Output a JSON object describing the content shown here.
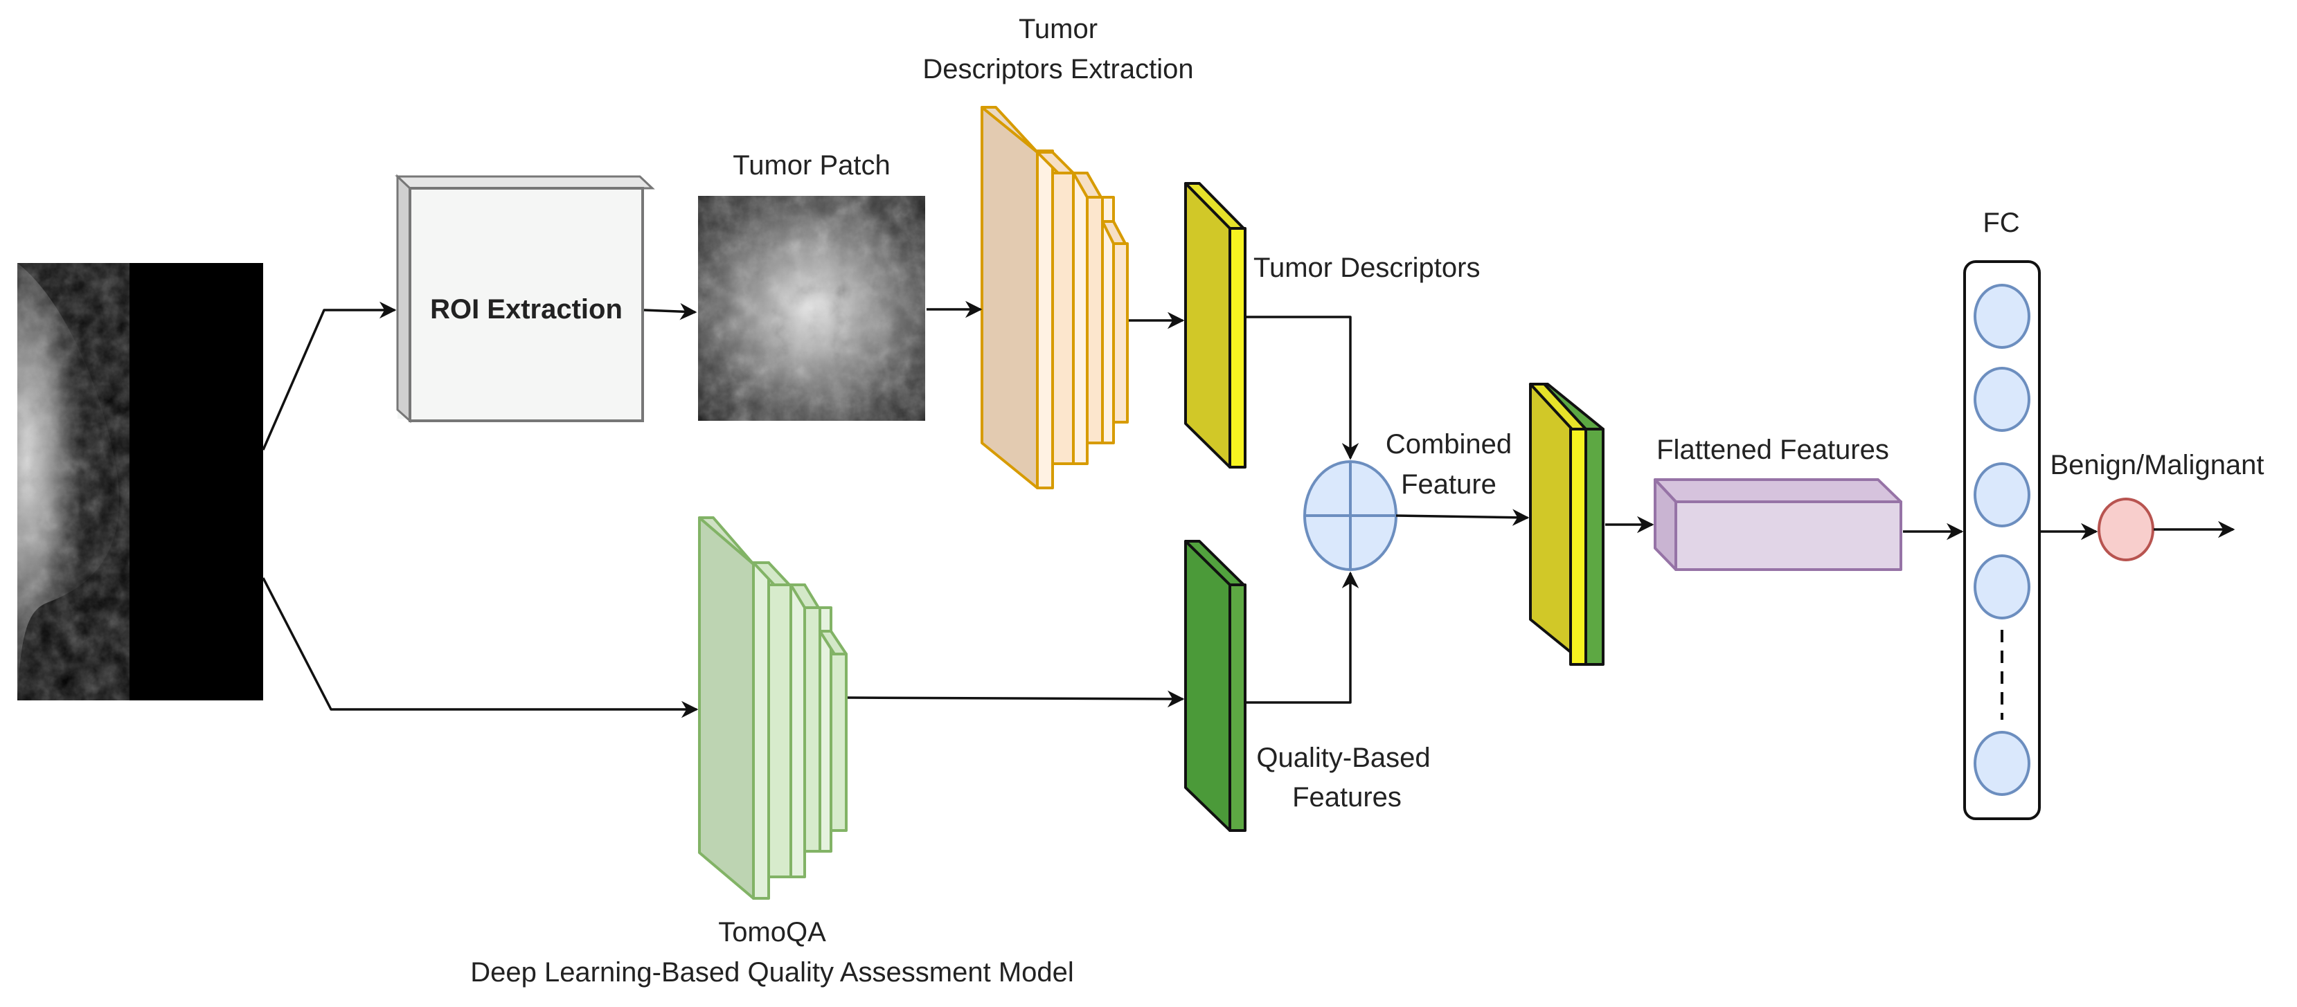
{
  "labels": {
    "roi_extraction": "ROI Extraction",
    "tumor_patch": "Tumor Patch",
    "tumor_descriptors_extraction_line1": "Tumor",
    "tumor_descriptors_extraction_line2": "Descriptors Extraction",
    "tumor_descriptors": "Tumor Descriptors",
    "combined_feature_line1": "Combined",
    "combined_feature_line2": "Feature",
    "flattened_features": "Flattened Features",
    "fc": "FC",
    "benign_malignant": "Benign/Malignant",
    "quality_based_features_line1": "Quality-Based",
    "quality_based_features_line2": "Features",
    "tomoqa": "TomoQA",
    "tomoqa_subtitle": "Deep Learning-Based Quality Assessment Model"
  },
  "colors": {
    "tumor_cnn_fill": "#e0c8b0",
    "tumor_cnn_stroke": "#d79b00",
    "quality_cnn_fill": "#c0d8b4",
    "quality_cnn_stroke": "#82b366",
    "yellow_feature": "#f2ee2a",
    "green_feature": "#5da843",
    "flatten_fill": "#e1d5e7",
    "flatten_stroke": "#9673a6",
    "fc_node_fill": "#dae8fc",
    "fc_node_stroke": "#6c8ebf",
    "output_node_fill": "#f8cecc",
    "output_node_stroke": "#b85450"
  }
}
